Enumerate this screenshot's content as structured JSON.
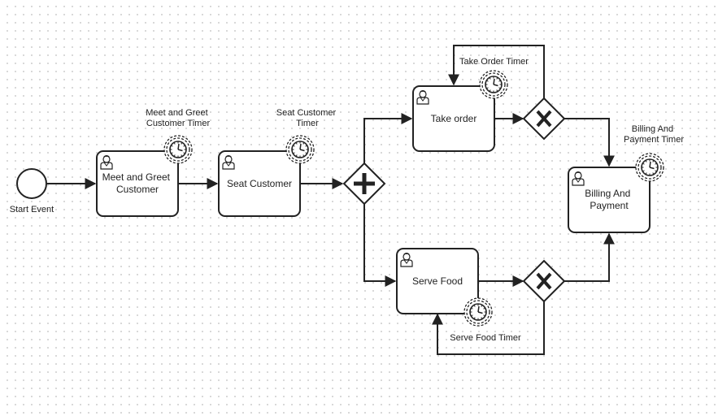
{
  "diagram": {
    "start_event": {
      "label": "Start Event"
    },
    "tasks": {
      "meet_greet": {
        "lines": [
          "Meet and Greet",
          "Customer"
        ]
      },
      "seat_customer": {
        "lines": [
          "Seat Customer"
        ]
      },
      "take_order": {
        "lines": [
          "Take order"
        ]
      },
      "serve_food": {
        "lines": [
          "Serve Food"
        ]
      },
      "billing": {
        "lines": [
          "Billing And",
          "Payment"
        ]
      }
    },
    "timers": {
      "meet_greet": {
        "lines": [
          "Meet and Greet",
          "Customer Timer"
        ]
      },
      "seat_customer": {
        "lines": [
          "Seat Customer",
          "Timer"
        ]
      },
      "take_order": {
        "lines": [
          "Take Order Timer"
        ]
      },
      "serve_food": {
        "lines": [
          "Serve Food Timer"
        ]
      },
      "billing": {
        "lines": [
          "Billing And",
          "Payment Timer"
        ]
      }
    },
    "gateways": {
      "parallel_split": {
        "icon": "plus-icon"
      },
      "xor_take_order": {
        "icon": "x-icon"
      },
      "xor_serve_food": {
        "icon": "x-icon"
      }
    },
    "colors": {
      "stroke": "#222222",
      "background": "#ffffff",
      "grid_dots": "#cfcfcf"
    }
  }
}
